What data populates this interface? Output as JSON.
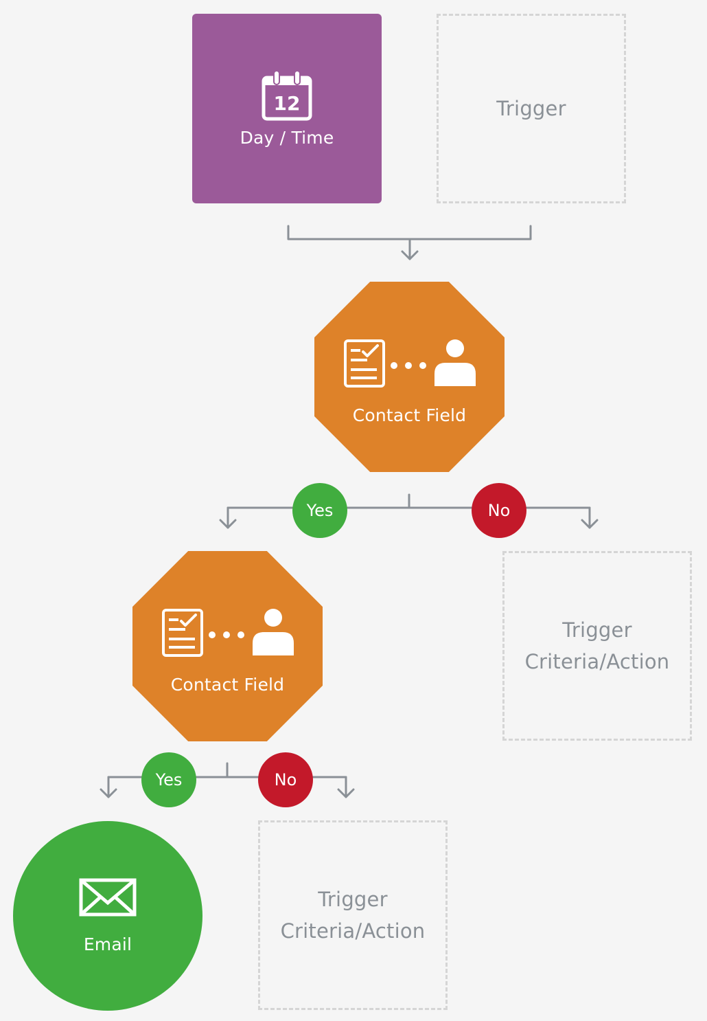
{
  "nodes": {
    "day_time": {
      "label": "Day / Time",
      "icon": "calendar-icon",
      "calendar_day": "12",
      "color": "#9b5a99"
    },
    "trigger_top": {
      "label": "Trigger"
    },
    "contact_field_1": {
      "label": "Contact Field",
      "icon": "contact-field-icon",
      "color": "#de8229"
    },
    "contact_field_2": {
      "label": "Contact Field",
      "icon": "contact-field-icon",
      "color": "#de8229"
    },
    "trigger_right": {
      "line1": "Trigger",
      "line2": "Criteria/Action"
    },
    "trigger_bottom": {
      "line1": "Trigger",
      "line2": "Criteria/Action"
    },
    "email": {
      "label": "Email",
      "icon": "envelope-icon",
      "color": "#41ad3f"
    }
  },
  "branches": {
    "yes": "Yes",
    "no": "No",
    "yes_color": "#41ad3f",
    "no_color": "#c3192a"
  },
  "connector_color": "#8a9096",
  "placeholder_border_color": "#d5d5d5"
}
